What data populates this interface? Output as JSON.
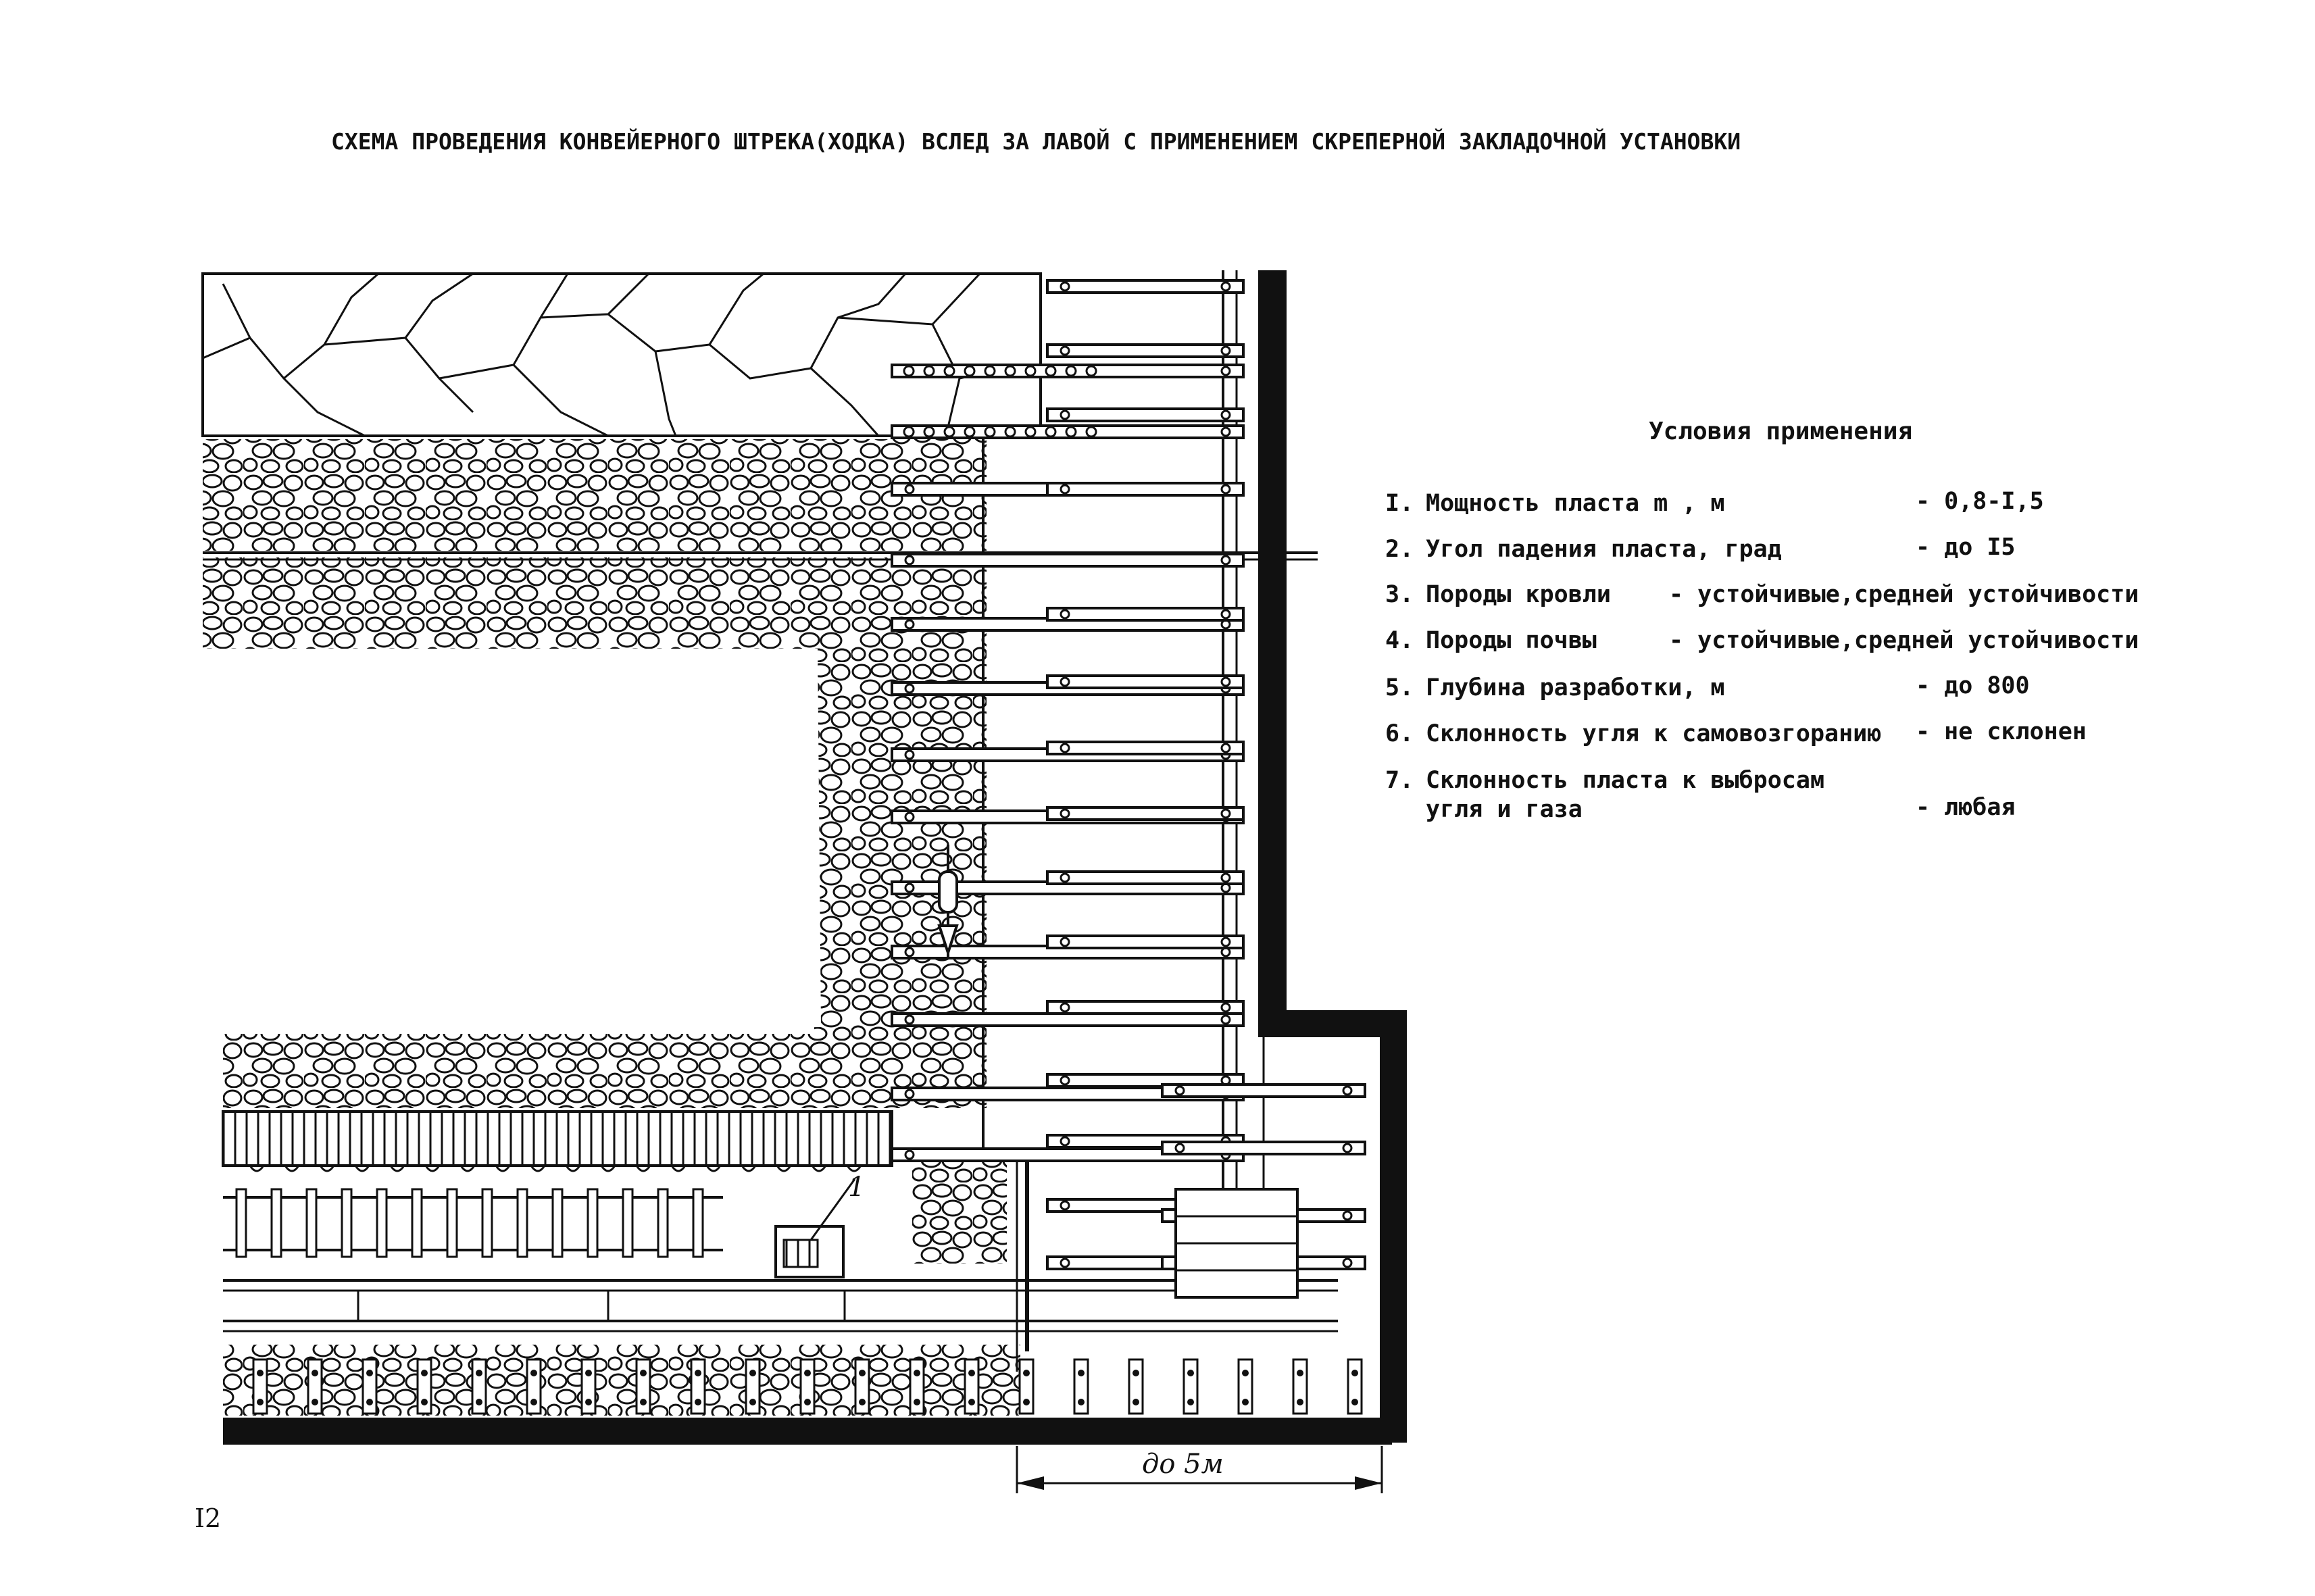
{
  "title": "СХЕМА ПРОВЕДЕНИЯ КОНВЕЙЕРНОГО ШТРЕКА(ХОДКА) ВСЛЕД ЗА ЛАВОЙ С ПРИМЕНЕНИЕМ СКРЕПЕРНОЙ ЗАКЛАДОЧНОЙ УСТАНОВКИ",
  "conditions": {
    "heading": "Условия применения",
    "items": [
      {
        "num": "I.",
        "label": "Мощность пласта  m , м",
        "value": "- 0,8-I,5"
      },
      {
        "num": "2.",
        "label": "Угол падения пласта, град",
        "value": "- до I5"
      },
      {
        "num": "3.",
        "label": "Породы кровли",
        "value": "- устойчивые,средней устойчивости"
      },
      {
        "num": "4.",
        "label": "Породы почвы",
        "value": "- устойчивые,средней устойчивости"
      },
      {
        "num": "5.",
        "label": "Глубина разработки, м",
        "value": "- до 800"
      },
      {
        "num": "6.",
        "label": "Склонность угля к самовозгоранию",
        "value": "- не склонен"
      },
      {
        "num": "7.",
        "label": "Склонность пласта к выбросам",
        "label2": "угля и газа",
        "value": "- любая"
      }
    ]
  },
  "drawing": {
    "callout_label": "1",
    "dimension_label": "до 5м"
  },
  "page_number": "I2",
  "colors": {
    "ink": "#111111",
    "paper": "#ffffff"
  }
}
